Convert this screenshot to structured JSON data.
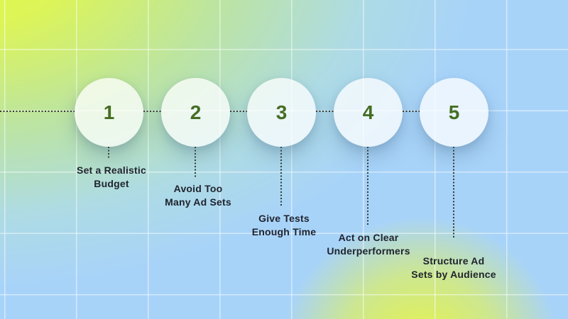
{
  "steps": [
    {
      "number": "1",
      "label_lines": [
        "Set a Realistic",
        "Budget"
      ]
    },
    {
      "number": "2",
      "label_lines": [
        "Avoid Too",
        "Many Ad Sets"
      ]
    },
    {
      "number": "3",
      "label_lines": [
        "Give Tests",
        "Enough Time"
      ]
    },
    {
      "number": "4",
      "label_lines": [
        "Act on Clear",
        "Underperformers"
      ]
    },
    {
      "number": "5",
      "label_lines": [
        "Structure Ad",
        "Sets by Audience"
      ]
    }
  ],
  "colors": {
    "step_number": "#456e24",
    "label_text": "#20242e",
    "dotted_line": "#33382f",
    "grid_line": "rgba(255,255,255,0.5)",
    "circle_fill": "rgba(255,255,255,0.75)",
    "gradient_yellow": "#e0f84e",
    "gradient_green": "#bce4a2",
    "gradient_blue": "#a8d3f9"
  }
}
